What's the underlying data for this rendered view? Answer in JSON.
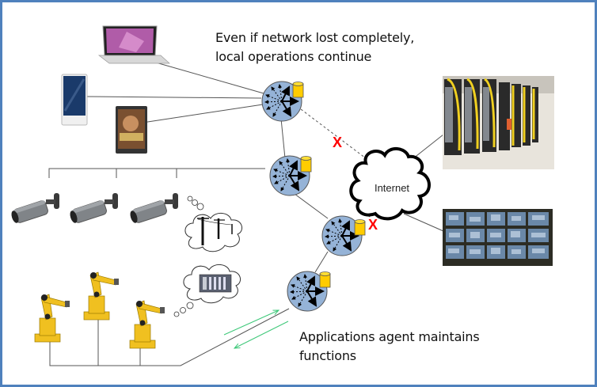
{
  "captions": {
    "top_line1": "Even if network lost completely,",
    "top_line2": "local operations continue",
    "bottom_line1": "Applications agent maintains",
    "bottom_line2": "functions"
  },
  "internet": {
    "label": "Internet"
  },
  "colors": {
    "frame": "#4f81bd",
    "node_fill": "#95b3d7",
    "database": "#ffcc00",
    "failure_mark": "#ff0000",
    "sync_arrow": "#3cc878",
    "robot": "#f0c020"
  },
  "nodes": [
    {
      "id": "node-1",
      "role": "edge agent (devices)"
    },
    {
      "id": "node-2",
      "role": "edge agent (cameras)"
    },
    {
      "id": "node-3",
      "role": "edge agent (gateway)"
    },
    {
      "id": "node-4",
      "role": "edge agent (robots)"
    }
  ],
  "failure_marks": [
    "X",
    "X"
  ],
  "devices": {
    "client_devices": [
      "laptop",
      "smartphone",
      "tablet"
    ],
    "cameras": 3,
    "robots": 3,
    "thought_bubbles": [
      "power-lines",
      "plc-controller"
    ],
    "cloud_side": [
      "data-center",
      "video-wall"
    ]
  }
}
